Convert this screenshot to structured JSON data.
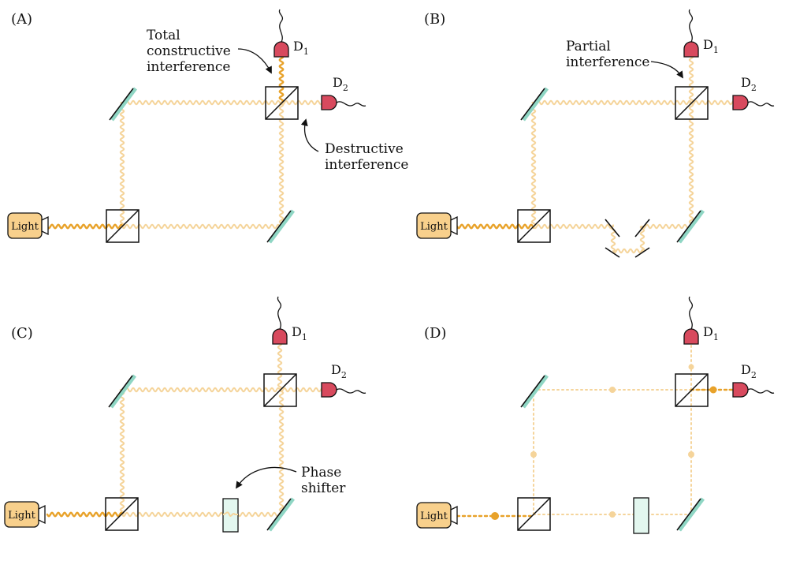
{
  "colors": {
    "beam_strong": "#e8a22a",
    "beam_faint": "#f5d49a",
    "detector": "#d84a5e",
    "light_box": "#f8d08c",
    "mirror_back": "#8fd6c4",
    "phase_shifter": "#e3f7ef",
    "ink": "#111111"
  },
  "panels": {
    "A": {
      "label": "(A)",
      "light": "Light",
      "det1": "D",
      "det1_sub": "1",
      "det2": "D",
      "det2_sub": "2",
      "annot_constructive": [
        "Total",
        "constructive",
        "interference"
      ],
      "annot_destructive": [
        "Destructive",
        "interference"
      ]
    },
    "B": {
      "label": "(B)",
      "light": "Light",
      "det1": "D",
      "det1_sub": "1",
      "det2": "D",
      "det2_sub": "2",
      "annot_partial": [
        "Partial",
        "interference"
      ]
    },
    "C": {
      "label": "(C)",
      "light": "Light",
      "det1": "D",
      "det1_sub": "1",
      "det2": "D",
      "det2_sub": "2",
      "annot_phase": [
        "Phase",
        "shifter"
      ]
    },
    "D": {
      "label": "(D)",
      "light": "Light",
      "det1": "D",
      "det1_sub": "1",
      "det2": "D",
      "det2_sub": "2"
    }
  }
}
